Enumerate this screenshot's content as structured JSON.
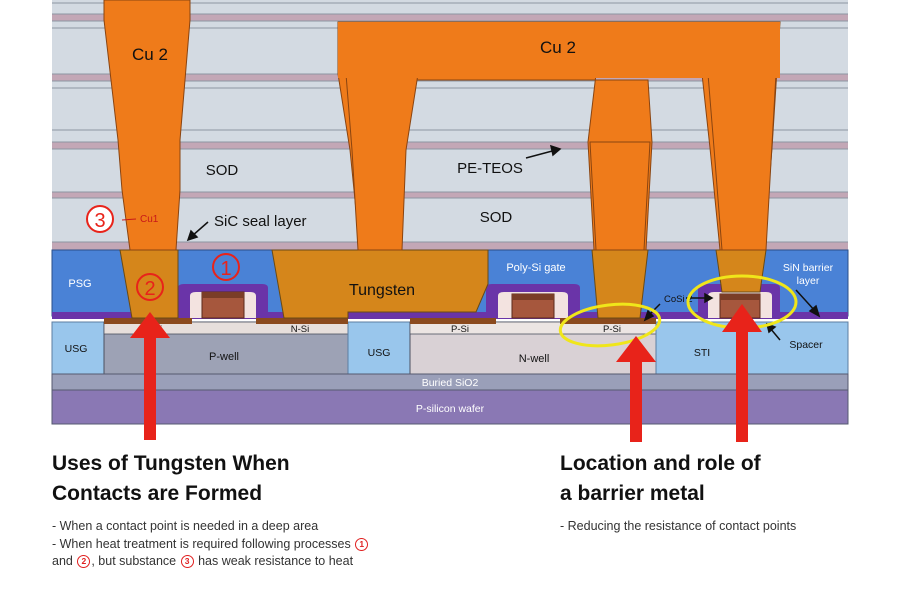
{
  "labels": {
    "cu2_left": "Cu 2",
    "cu2_right": "Cu 2",
    "sod_upper": "SOD",
    "pe_teos": "PE-TEOS",
    "sod_lower": "SOD",
    "cu1": "Cu1",
    "sic_seal": "SiC seal layer",
    "psg": "PSG",
    "tungsten": "Tungsten",
    "poly_si_gate": "Poly-Si gate",
    "sin_barrier_line1": "SiN barrier",
    "sin_barrier_line2": "layer",
    "cosi2": "CoSi 2",
    "usg_left": "USG",
    "usg_mid": "USG",
    "n_si_left": "Si",
    "n_si_right": "N-Si",
    "p_well": "P-well",
    "p_si_mid": "P-Si",
    "p_si_right": "P-Si",
    "n_well": "N-well",
    "sti": "STI",
    "spacer": "Spacer",
    "buried_sio2": "Buried SiO2",
    "p_silicon_wafer": "P-silicon wafer"
  },
  "markers": {
    "m1": "1",
    "m2": "2",
    "m3": "3"
  },
  "colors": {
    "copper": "#ef7b1a",
    "tungsten": "#d5861b",
    "dielectric": "#d3dae2",
    "seal_layer": "#c3a7b6",
    "psg_blue": "#4a82d6",
    "sti_blue": "#99c6ec",
    "purple_liner": "#6a34a8",
    "p_silicon_wafer": "#8a78b4",
    "buried_oxide": "#9a9fb9",
    "accent_red": "#e8231a",
    "highlight_yellow": "#f0e61a"
  },
  "left_caption": {
    "title_line1": "Uses of Tungsten When",
    "title_line2": "Contacts are Formed",
    "bullet1": "- When a contact point is needed in a deep area",
    "bullet2_part1": "- When heat treatment is required following processes",
    "bullet2_ref1": "1",
    "bullet3_part1": "and",
    "bullet3_ref2": "2",
    "bullet3_part2": ", but substance",
    "bullet3_ref3": "3",
    "bullet3_part3": "has weak resistance to heat"
  },
  "right_caption": {
    "title_line1": "Location and role of",
    "title_line2": "a barrier metal",
    "bullet1": "- Reducing the resistance of contact points"
  }
}
